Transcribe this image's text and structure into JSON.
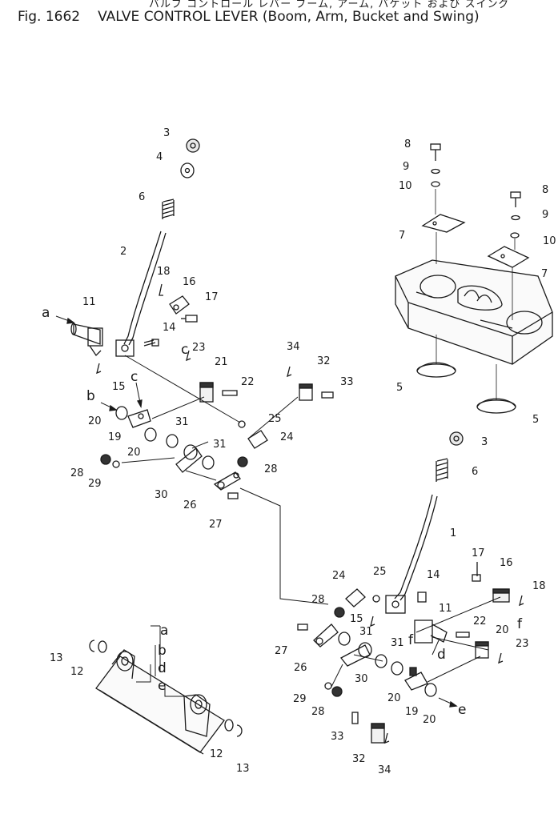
{
  "header": {
    "japanese_title": "バルブ コントロール レバー ブーム, アーム, バケット および スイング",
    "fig_number": "Fig. 1662",
    "title": "VALVE CONTROL LEVER (Boom, Arm, Bucket and Swing)"
  },
  "callouts": [
    "1",
    "2",
    "3",
    "4",
    "5",
    "6",
    "7",
    "8",
    "9",
    "10",
    "11",
    "12",
    "13",
    "14",
    "15",
    "16",
    "17",
    "18",
    "19",
    "20",
    "21",
    "22",
    "23",
    "24",
    "25",
    "26",
    "27",
    "28",
    "29",
    "30",
    "31",
    "32",
    "33",
    "34"
  ],
  "link_letters": [
    "a",
    "b",
    "c",
    "d",
    "e",
    "f"
  ],
  "colors": {
    "ink": "#1a1a1a",
    "paper": "#ffffff"
  }
}
